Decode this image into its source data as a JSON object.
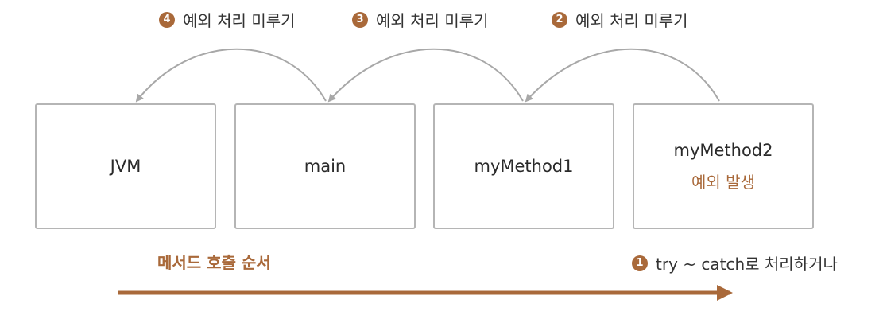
{
  "steps": [
    {
      "num": "4",
      "text": "예외 처리 미루기"
    },
    {
      "num": "3",
      "text": "예외 처리 미루기"
    },
    {
      "num": "2",
      "text": "예외 처리 미루기"
    },
    {
      "num": "1",
      "text": "try ~ catch로 처리하거나"
    }
  ],
  "boxes": [
    {
      "label": "JVM"
    },
    {
      "label": "main"
    },
    {
      "label": "myMethod1"
    },
    {
      "label": "myMethod2",
      "sub": "예외 발생"
    }
  ],
  "call_order_label": "메서드 호출 순서",
  "colors": {
    "accent": "#a9693a",
    "arc": "#a8a8a8",
    "box_border": "#b5b5b5"
  }
}
